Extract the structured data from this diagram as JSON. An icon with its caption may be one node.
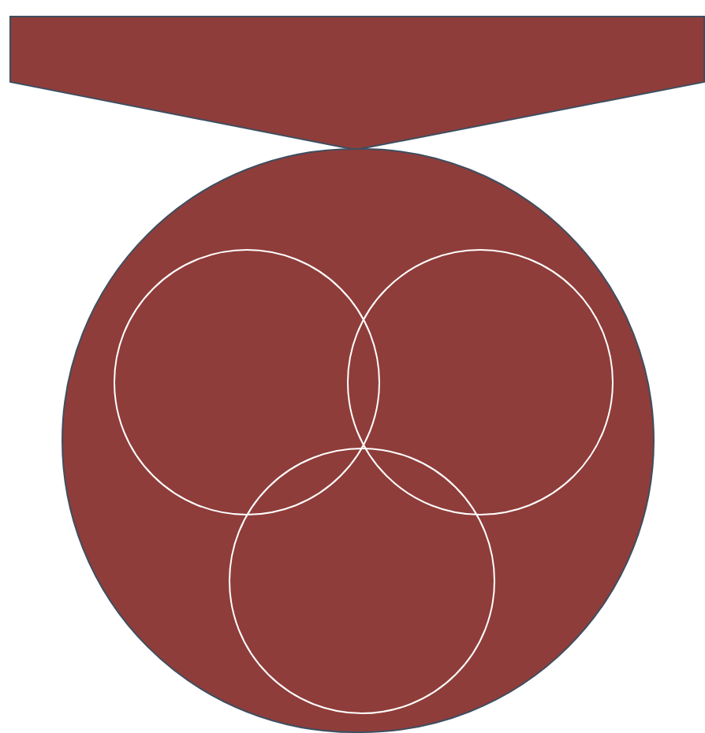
{
  "diagram": {
    "nodes": [
      {
        "text": [],
        "shape": "pentagon"
      },
      {
        "text": [],
        "shape": "circle"
      },
      {
        "text": [],
        "shape": "circle",
        "in": 1
      },
      {
        "text": [],
        "shape": "circle",
        "in": 1
      },
      {
        "text": [],
        "shape": "circle",
        "in": 1
      }
    ]
  }
}
